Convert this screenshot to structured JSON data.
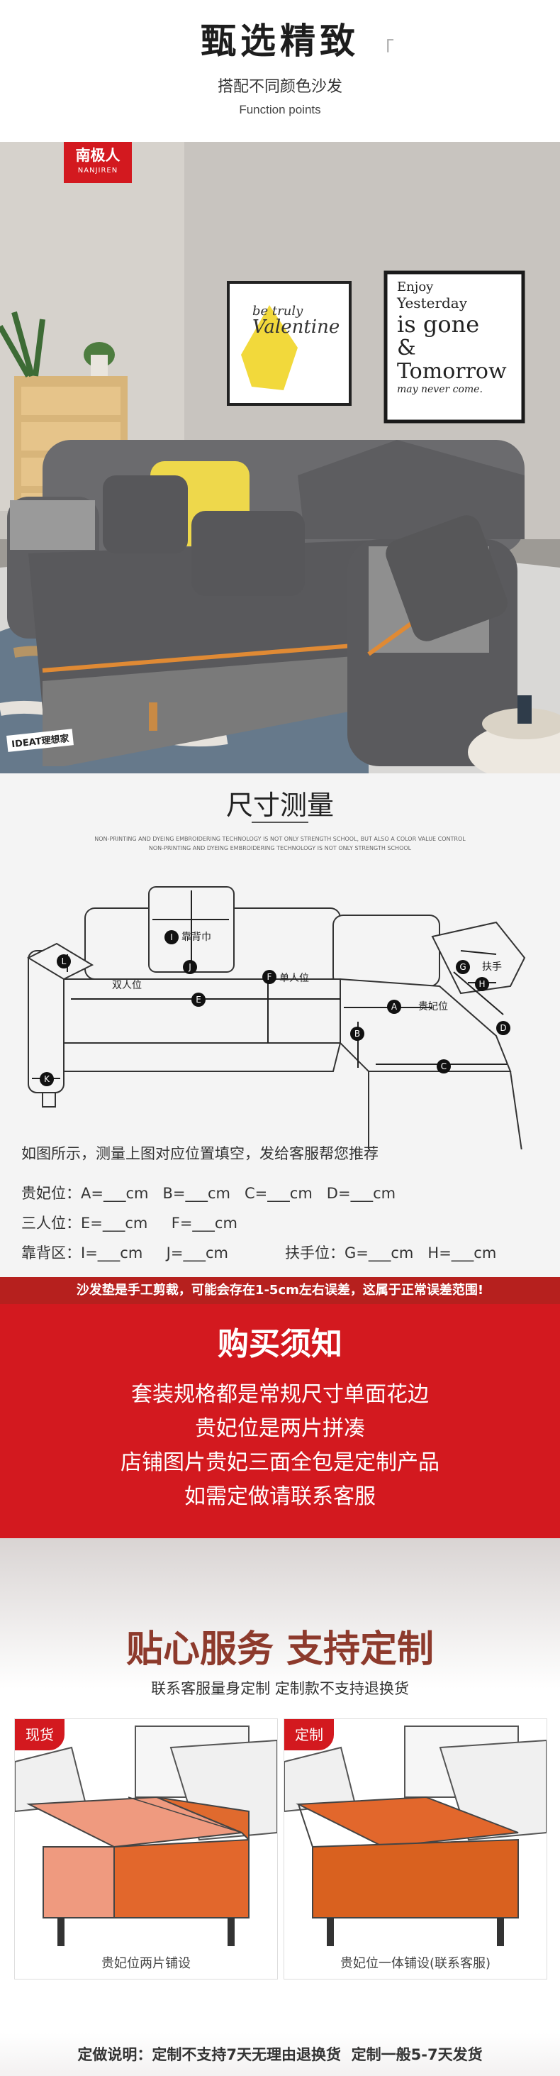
{
  "header": {
    "title": "甄选精致",
    "subtitle": "搭配不同颜色沙发",
    "english": "Function points",
    "mark": "「"
  },
  "photo": {
    "logo_cn": "南极人",
    "logo_en": "NANJIREN",
    "poster1_line1": "be truly",
    "poster1_line2": "Valentine",
    "poster2": [
      "Enjoy",
      "Yesterday",
      "is gone",
      "&",
      "Tomorrow",
      "may never come."
    ],
    "magazine": "IDEAT理想家"
  },
  "size": {
    "title": "尺寸测量",
    "fine1": "NON-PRINTING AND DYEING EMBROIDERING TECHNOLOGY IS NOT ONLY STRENGTH SCHOOL, BUT ALSO A COLOR VALUE CONTROL",
    "fine2": "NON-PRINTING AND DYEING EMBROIDERING TECHNOLOGY IS NOT ONLY STRENGTH SCHOOL",
    "labels": {
      "back_towel": "靠背巾",
      "three_seat": "双人位",
      "single_seat": "单人位",
      "chaise": "贵妃位",
      "armrest": "扶手"
    },
    "letters": [
      "A",
      "B",
      "C",
      "D",
      "E",
      "F",
      "G",
      "H",
      "I",
      "J",
      "K",
      "L"
    ]
  },
  "measure": {
    "instruction": "如图所示，测量上图对应位置填空，发给客服帮您推荐",
    "row1": "贵妃位：A=___cm   B=___cm   C=___cm   D=___cm",
    "row2": "三人位：E=___cm     F=___cm",
    "row3a": "靠背区：I=___cm     J=___cm",
    "row3b": "扶手位：G=___cm   H=___cm"
  },
  "banner": {
    "text": "沙发垫是手工剪裁，可能会存在1-5cm左右误差，这属于正常误差范围!"
  },
  "notice": {
    "title": "购买须知",
    "lines": [
      "套装规格都是常规尺寸单面花边",
      "贵妃位是两片拼凑",
      "店铺图片贵妃三面全包是定制产品",
      "如需定做请联系客服"
    ]
  },
  "service": {
    "title": "贴心服务 支持定制",
    "subtitle": "联系客服量身定制 定制款不支持退换货",
    "left_tag": "现货",
    "right_tag": "定制",
    "left_caption": "贵妃位两片铺设",
    "right_caption": "贵妃位一体铺设(联系客服)",
    "footer": "定做说明：定制不支持7天无理由退换货  定制一般5-7天发货"
  },
  "colors": {
    "red": "#d3191f",
    "dark_red": "#b6201e",
    "orange": "#e2672c",
    "salmon": "#ec8a73",
    "service_title": "#8d3a2c"
  }
}
